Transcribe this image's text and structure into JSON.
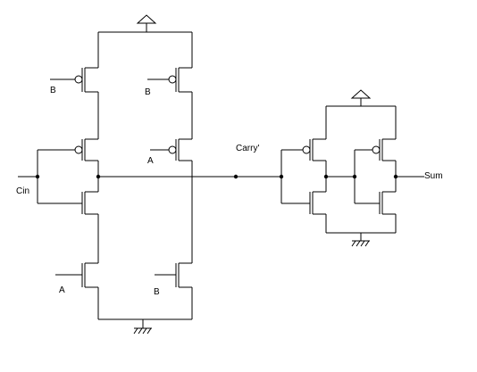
{
  "labels": {
    "cin": "Cin",
    "carry": "Carry'",
    "sum": "Sum",
    "b_top_left": "B",
    "b_top_right": "B",
    "a_mid_right": "A",
    "a_bottom_left": "A",
    "b_bottom_right": "B"
  },
  "colors": {
    "ink": "#000000",
    "background": "#ffffff"
  }
}
